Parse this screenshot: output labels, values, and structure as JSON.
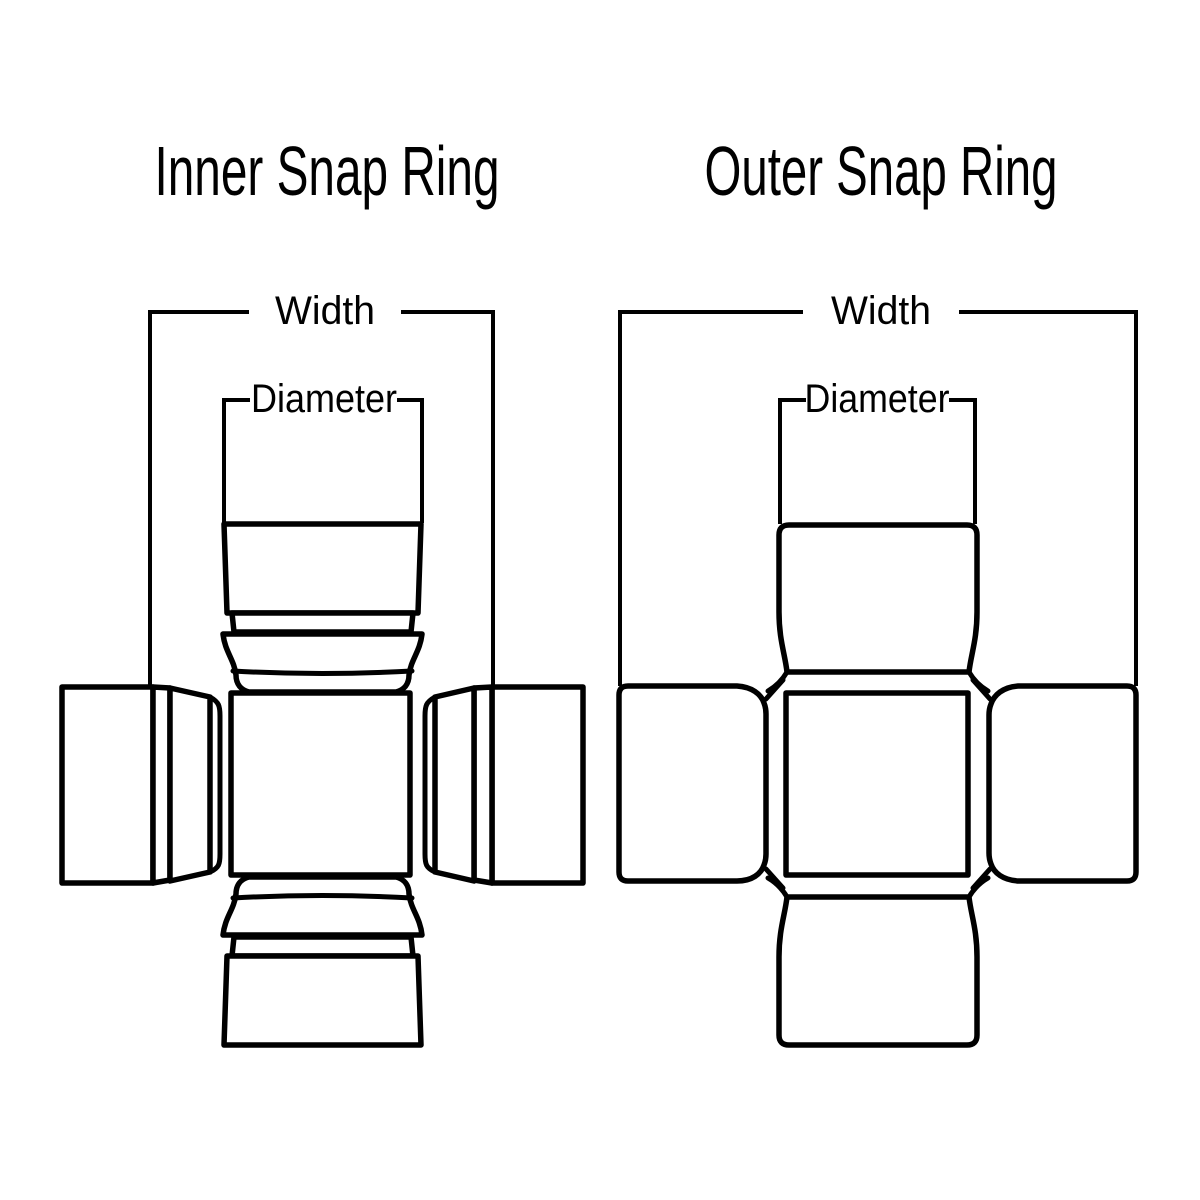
{
  "page": {
    "background_color": "#ffffff",
    "line_color": "#000000"
  },
  "diagrams": [
    {
      "id": "inner",
      "title": "Inner Snap Ring",
      "width_label": "Width",
      "diameter_label": "Diameter"
    },
    {
      "id": "outer",
      "title": "Outer Snap Ring",
      "width_label": "Width",
      "diameter_label": "Diameter"
    }
  ]
}
